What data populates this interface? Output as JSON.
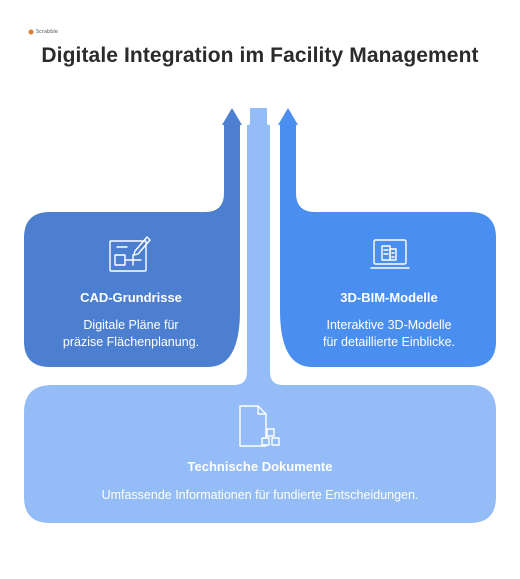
{
  "logo": {
    "text": "Scrabble"
  },
  "title": "Digitale Integration im Facility Management",
  "cards": {
    "left": {
      "title": "CAD-Grundrisse",
      "desc_line1": "Digitale Pläne für",
      "desc_line2": "präzise Flächenplanung.",
      "icon": "blueprint-pencil-icon"
    },
    "right": {
      "title": "3D-BIM-Modelle",
      "desc_line1": "Interaktive 3D-Modelle",
      "desc_line2": "für detaillierte Einblicke.",
      "icon": "monitor-building-icon"
    },
    "bottom": {
      "title": "Technische Dokumente",
      "desc": "Umfassende Informationen für fundierte Entscheidungen.",
      "icon": "document-blocks-icon"
    }
  },
  "colors": {
    "left": "#4d7fd1",
    "right": "#4a8ef0",
    "bottom": "#94bcf7",
    "title": "#2b2b2b"
  }
}
